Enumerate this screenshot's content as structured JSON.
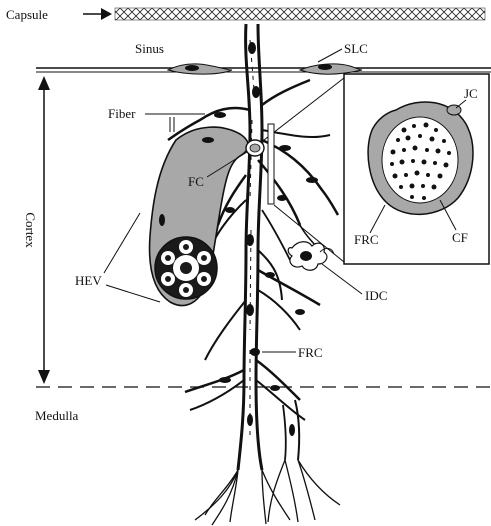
{
  "labels": {
    "capsule": "Capsule",
    "sinus": "Sinus",
    "slc": "SLC",
    "fiber": "Fiber",
    "fc": "FC",
    "cortex": "Cortex",
    "hev": "HEV",
    "idc": "IDC",
    "frc_main": "FRC",
    "medulla": "Medulla",
    "inset_jc": "JC",
    "inset_frc": "FRC",
    "inset_cf": "CF"
  },
  "colors": {
    "ink": "#111111",
    "cell_gray": "#a8a8a8",
    "vessel_dark": "#1a1a1a"
  }
}
